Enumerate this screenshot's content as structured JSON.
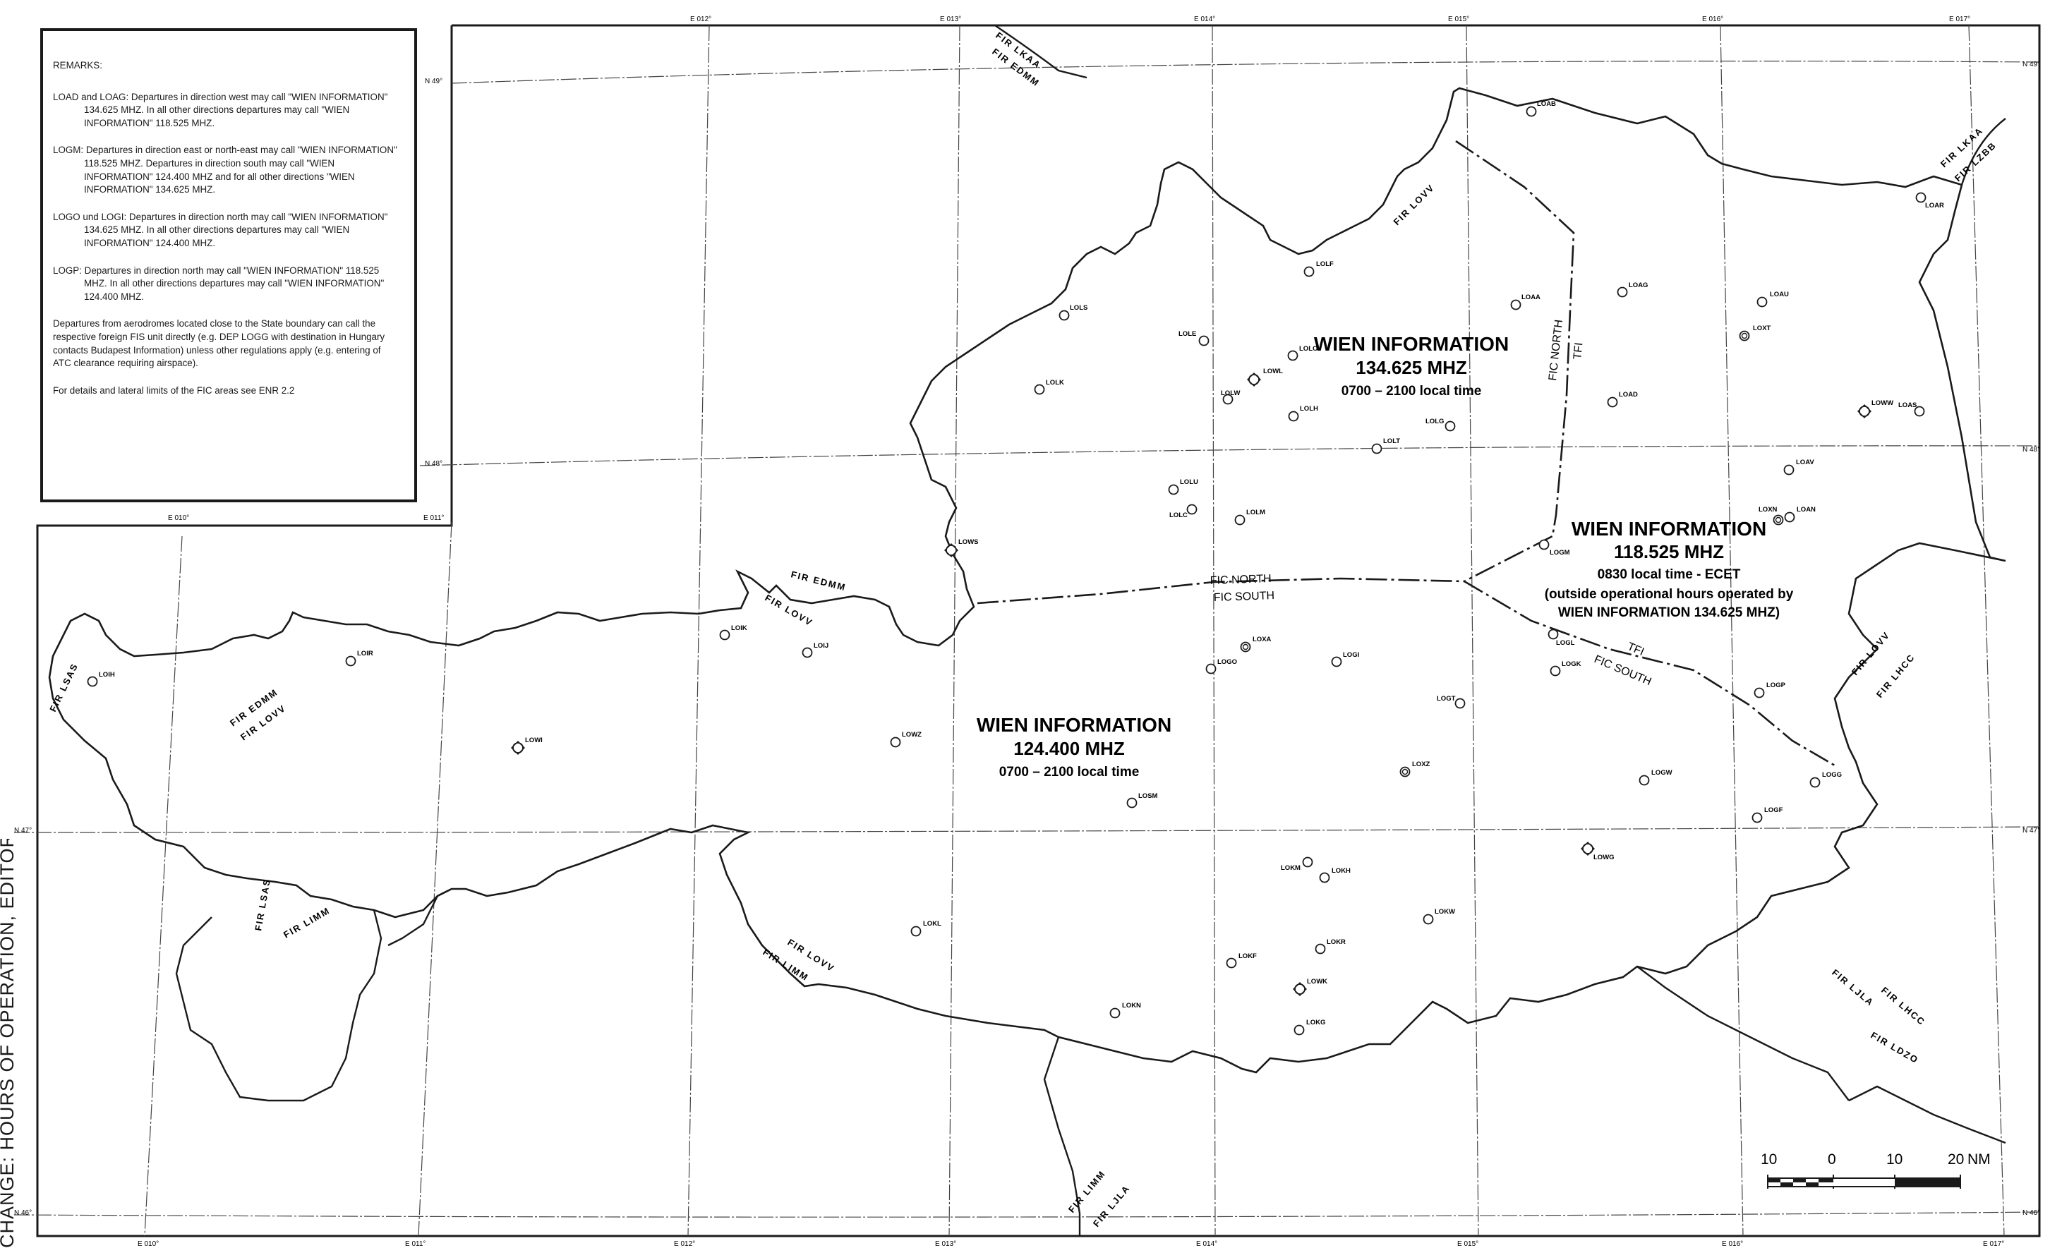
{
  "remarks": {
    "title": "REMARKS:",
    "p1_lead": "LOAD and LOAG: Departures in direction west may call \"WIEN",
    "p1_rest": "INFORMATION\" 134.625 MHZ. In all other directions departures may call \"WIEN INFORMATION\" 118.525 MHZ.",
    "p2_lead": "LOGM: Departures in direction east or north-east may call \"WIEN",
    "p2_rest": "INFORMATION\" 118.525 MHZ. Departures in direction south may call \"WIEN INFORMATION\" 124.400 MHZ and for all other directions \"WIEN INFORMATION\" 134.625 MHZ.",
    "p3_lead": "LOGO und LOGI: Departures in direction north may call \"WIEN",
    "p3_rest": "INFORMATION\" 134.625 MHZ. In all other directions departures may call \"WIEN INFORMATION\" 124.400 MHZ.",
    "p4_lead": "LOGP: Departures in direction north may call \"WIEN INFORMATION\"",
    "p4_rest": "118.525 MHZ. In all other directions departures may call \"WIEN INFORMATION\" 124.400 MHZ.",
    "p5": "Departures from aerodromes located close to the State boundary can call the respective foreign FIS unit directly (e.g. DEP LOGG with destination in Hungary contacts Budapest Information) unless other regulations apply (e.g. entering of ATC clearance requiring airspace).",
    "p6": "For details and lateral limits of the FIC areas see ENR 2.2"
  },
  "edge_text": "CHANGE: HOURS OF OPERATION, EDITORIAL",
  "fic": {
    "north": {
      "name": "WIEN INFORMATION",
      "freq": "134.625 MHZ",
      "hours": "0700 – 2100 local time"
    },
    "east": {
      "name": "WIEN INFORMATION",
      "freq": "118.525 MHZ",
      "hours": "0830 local time - ECET",
      "note1": "(outside operational hours operated by",
      "note2": "WIEN INFORMATION 134.625 MHZ)"
    },
    "south": {
      "name": "WIEN INFORMATION",
      "freq": "124.400 MHZ",
      "hours": "0700 – 2100 local time"
    }
  },
  "division_labels": {
    "fic_north": "FIC NORTH",
    "fic_south": "FIC SOUTH",
    "tfi": "TFI",
    "fic_north_v": "FIC NORTH",
    "tfi_v": "TFI",
    "tfi_se": "TFI",
    "fic_south_se": "FIC SOUTH"
  },
  "fir_labels": {
    "lkaa_edmm_nw": [
      "FIR LKAA",
      "FIR EDMM"
    ],
    "lkaa_lzbb_ne": [
      "FIR LKAA",
      "FIR LZBB"
    ],
    "lovv_n": "FIR LOVV",
    "edmm_lovv_w": [
      "FIR EDMM",
      "FIR LOVV"
    ],
    "edmm_lovv_sw": [
      "FIR EDMM",
      "FIR LOVV"
    ],
    "lsas_w": "FIR LSAS",
    "lsas_limm": [
      "FIR LSAS",
      "FIR LIMM"
    ],
    "lovv_limm_s": [
      "FIR LOVV",
      "FIR LIMM"
    ],
    "limm_ljla": [
      "FIR LIMM",
      "FIR LJLA"
    ],
    "ljla_lhcc_se": [
      "FIR LJLA",
      "FIR LHCC"
    ],
    "ldzo": "FIR LDZO",
    "lovv_lhcc_e": [
      "FIR LOVV",
      "FIR LHCC"
    ]
  },
  "grid": {
    "top_ticks": [
      "E 012°",
      "E 013°",
      "E 014°",
      "E 015°",
      "E 016°",
      "E 017°"
    ],
    "bottom_ticks": [
      "E 010°",
      "E 011°",
      "E 012°",
      "E 013°",
      "E 014°",
      "E 015°",
      "E 016°",
      "E 017°"
    ],
    "mid_ticks": [
      "E 010°",
      "E 011°"
    ],
    "lat_left": [
      "N 49°",
      "N 48°",
      "N 47°",
      "N 46°"
    ],
    "lat_right": [
      "N 49°",
      "N 48°",
      "N 47°",
      "N 46°"
    ]
  },
  "scale": {
    "labels": [
      "10",
      "0",
      "10",
      "20"
    ],
    "unit": "NM"
  },
  "aerodromes": [
    {
      "id": "LOAB",
      "type": "small"
    },
    {
      "id": "LOAR",
      "type": "small"
    },
    {
      "id": "LOLF",
      "type": "small"
    },
    {
      "id": "LOAA",
      "type": "small"
    },
    {
      "id": "LOAG",
      "type": "small"
    },
    {
      "id": "LOAU",
      "type": "small"
    },
    {
      "id": "LOXT",
      "type": "military"
    },
    {
      "id": "LOLS",
      "type": "small"
    },
    {
      "id": "LOLE",
      "type": "small"
    },
    {
      "id": "LOLO",
      "type": "small"
    },
    {
      "id": "LOWL",
      "type": "major"
    },
    {
      "id": "LOLK",
      "type": "small"
    },
    {
      "id": "LOLW",
      "type": "small"
    },
    {
      "id": "LOLH",
      "type": "small"
    },
    {
      "id": "LOAD",
      "type": "small"
    },
    {
      "id": "LOWW",
      "type": "major"
    },
    {
      "id": "LOAS",
      "type": "small"
    },
    {
      "id": "LOLG",
      "type": "small"
    },
    {
      "id": "LOLT",
      "type": "small"
    },
    {
      "id": "LOAV",
      "type": "small"
    },
    {
      "id": "LOLU",
      "type": "small"
    },
    {
      "id": "LOLC",
      "type": "small"
    },
    {
      "id": "LOLM",
      "type": "small"
    },
    {
      "id": "LOXN",
      "type": "military"
    },
    {
      "id": "LOAN",
      "type": "small"
    },
    {
      "id": "LOWS",
      "type": "major"
    },
    {
      "id": "LOGM",
      "type": "small"
    },
    {
      "id": "LOIK",
      "type": "small"
    },
    {
      "id": "LOIJ",
      "type": "small"
    },
    {
      "id": "LOIR",
      "type": "small"
    },
    {
      "id": "LOXA",
      "type": "military"
    },
    {
      "id": "LOGO",
      "type": "small"
    },
    {
      "id": "LOGI",
      "type": "small"
    },
    {
      "id": "LOGL",
      "type": "small"
    },
    {
      "id": "LOGK",
      "type": "small"
    },
    {
      "id": "LOIH",
      "type": "small"
    },
    {
      "id": "LOGP",
      "type": "small"
    },
    {
      "id": "LOGT",
      "type": "small"
    },
    {
      "id": "LOWI",
      "type": "major"
    },
    {
      "id": "LOWZ",
      "type": "small"
    },
    {
      "id": "LOXZ",
      "type": "military"
    },
    {
      "id": "LOGW",
      "type": "small"
    },
    {
      "id": "LOGG",
      "type": "small"
    },
    {
      "id": "LOSM",
      "type": "small"
    },
    {
      "id": "LOGF",
      "type": "small"
    },
    {
      "id": "LOWG",
      "type": "major"
    },
    {
      "id": "LOKM",
      "type": "small"
    },
    {
      "id": "LOKH",
      "type": "small"
    },
    {
      "id": "LOKW",
      "type": "small"
    },
    {
      "id": "LOKL",
      "type": "small"
    },
    {
      "id": "LOKR",
      "type": "small"
    },
    {
      "id": "LOKF",
      "type": "small"
    },
    {
      "id": "LOWK",
      "type": "major"
    },
    {
      "id": "LOKN",
      "type": "small"
    },
    {
      "id": "LOKG",
      "type": "small"
    }
  ]
}
